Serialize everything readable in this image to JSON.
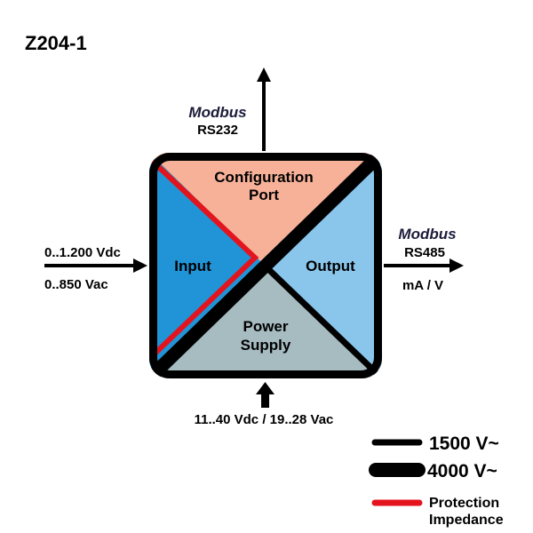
{
  "title": "Z204-1",
  "blocks": {
    "config_line1": "Configuration",
    "config_line2": "Port",
    "input": "Input",
    "output": "Output",
    "power_line1": "Power",
    "power_line2": "Supply"
  },
  "ports": {
    "top_protocol": "Modbus",
    "top_interface": "RS232",
    "right_protocol": "Modbus",
    "right_interface": "RS485",
    "right_signal": "mA / V",
    "input_range_1": "0..1.200 Vdc",
    "input_range_2": "0..850 Vac",
    "power_range": "11..40 Vdc / 19..28 Vac"
  },
  "legend": {
    "isolation_1500": "1500 V~",
    "isolation_4000": "4000 V~",
    "protection_line1": "Protection",
    "protection_line2": "Impedance"
  },
  "colors": {
    "config_port": "#f7b199",
    "input": "#2094d6",
    "output": "#8ac6ec",
    "power_supply": "#a7bcc1",
    "protection": "#e3141d",
    "isolation": "#000000"
  }
}
